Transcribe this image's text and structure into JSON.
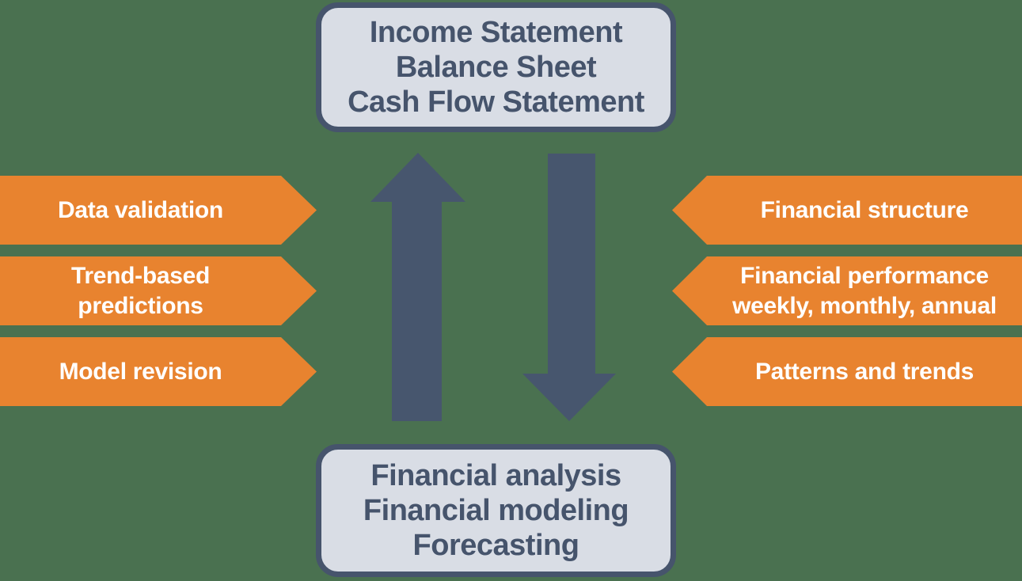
{
  "colors": {
    "background": "#4a7150",
    "banner_orange": "#e8832f",
    "arrow_slate": "#47566e",
    "box_fill": "#d9dde5",
    "box_border": "#46546c",
    "box_text": "#46546c",
    "banner_text": "#ffffff"
  },
  "top_box": {
    "lines": [
      "Income Statement",
      "Balance Sheet",
      "Cash Flow Statement"
    ]
  },
  "bottom_box": {
    "lines": [
      "Financial analysis",
      "Financial modeling",
      "Forecasting"
    ]
  },
  "left_banners": [
    {
      "label": "Data validation"
    },
    {
      "label": "Trend-based\npredictions"
    },
    {
      "label": "Model revision"
    }
  ],
  "right_banners": [
    {
      "label": "Financial structure"
    },
    {
      "label": "Financial performance\nweekly, monthly, annual"
    },
    {
      "label": "Patterns and trends"
    }
  ],
  "icons": {
    "up": "up-arrow",
    "down": "down-arrow"
  }
}
